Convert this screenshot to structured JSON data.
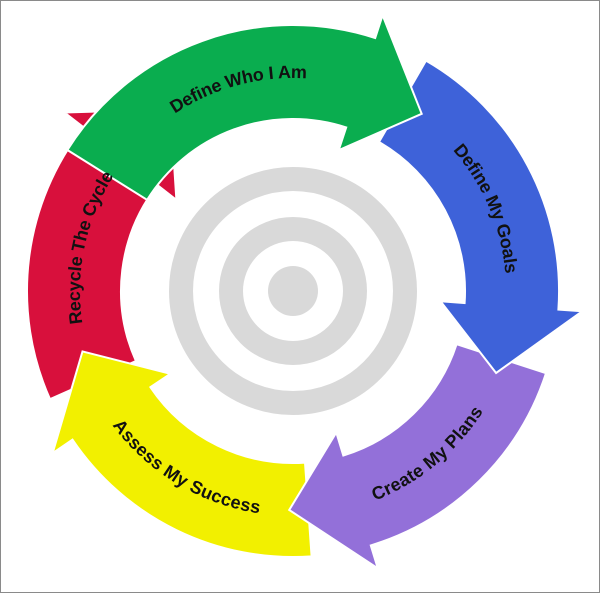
{
  "diagram": {
    "type": "cycle",
    "steps": [
      {
        "label": "Define Who I Am",
        "color": "#0aad4f"
      },
      {
        "label": "Define My Goals",
        "color": "#3e62d9"
      },
      {
        "label": "Create My Plans",
        "color": "#9370d9"
      },
      {
        "label": "Assess My Success",
        "color": "#f2f000"
      },
      {
        "label": "Recycle The Cycle",
        "color": "#d8103c"
      }
    ],
    "center_icon": "target-icon",
    "target_color": "#d9d9d9"
  }
}
